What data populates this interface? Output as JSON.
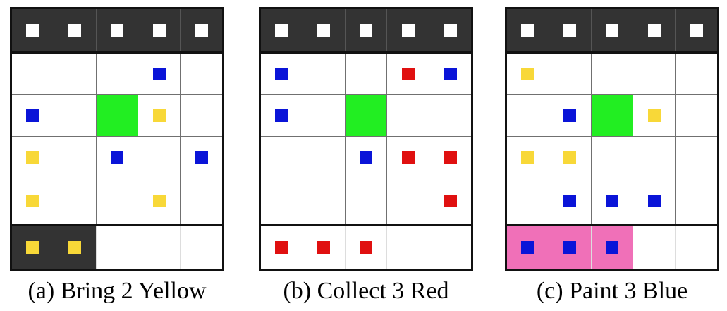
{
  "colors": {
    "white": "#ffffff",
    "blue": "#0a14d8",
    "yellow": "#f8d838",
    "red": "#e01010",
    "green": "#22ee22",
    "dark": "#333333",
    "pink": "#f070b8"
  },
  "panels": [
    {
      "caption": "(a) Bring 2 Yellow",
      "top_row": [
        "white",
        "white",
        "white",
        "white",
        "white"
      ],
      "grid": [
        [
          null,
          null,
          null,
          "blue",
          null
        ],
        [
          "blue",
          null,
          "green-cell",
          "yellow",
          null
        ],
        [
          "yellow",
          null,
          "blue",
          null,
          "blue"
        ],
        [
          "yellow",
          null,
          null,
          "yellow",
          null
        ]
      ],
      "inventory": [
        {
          "item": "yellow",
          "bg": "dark"
        },
        {
          "item": "yellow",
          "bg": "dark"
        },
        {
          "item": null,
          "bg": "white"
        },
        {
          "item": null,
          "bg": "white"
        },
        {
          "item": null,
          "bg": "white"
        }
      ]
    },
    {
      "caption": "(b) Collect 3 Red",
      "top_row": [
        "white",
        "white",
        "white",
        "white",
        "white"
      ],
      "grid": [
        [
          "blue",
          null,
          null,
          "red",
          "blue"
        ],
        [
          "blue",
          null,
          "green-cell",
          null,
          null
        ],
        [
          null,
          null,
          "blue",
          "red",
          "red"
        ],
        [
          null,
          null,
          null,
          null,
          "red"
        ]
      ],
      "inventory": [
        {
          "item": "red",
          "bg": "white"
        },
        {
          "item": "red",
          "bg": "white"
        },
        {
          "item": "red",
          "bg": "white"
        },
        {
          "item": null,
          "bg": "white"
        },
        {
          "item": null,
          "bg": "white"
        }
      ]
    },
    {
      "caption": "(c) Paint 3 Blue",
      "top_row": [
        "white",
        "white",
        "white",
        "white",
        "white"
      ],
      "grid": [
        [
          "yellow",
          null,
          null,
          null,
          null
        ],
        [
          null,
          "blue",
          "green-cell",
          "yellow",
          null
        ],
        [
          "yellow",
          "yellow",
          null,
          null,
          null
        ],
        [
          null,
          "blue",
          "blue",
          "blue",
          null
        ]
      ],
      "inventory": [
        {
          "item": "blue",
          "bg": "pink"
        },
        {
          "item": "blue",
          "bg": "pink"
        },
        {
          "item": "blue",
          "bg": "pink"
        },
        {
          "item": null,
          "bg": "white"
        },
        {
          "item": null,
          "bg": "white"
        }
      ]
    }
  ]
}
